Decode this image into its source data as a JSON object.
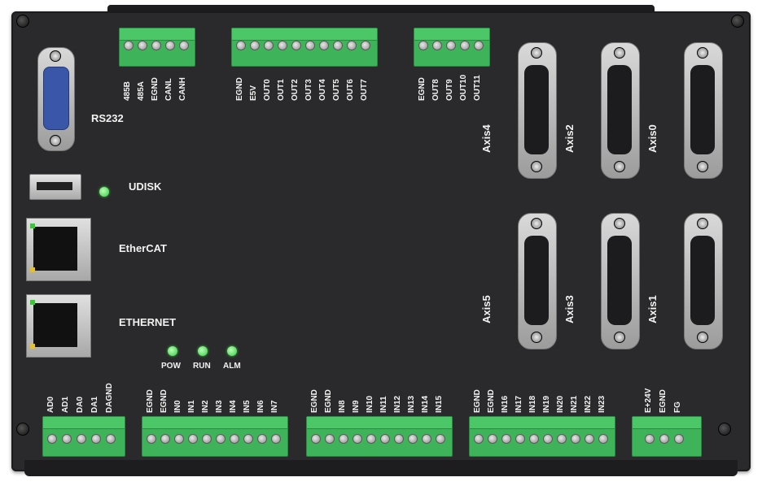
{
  "ports": {
    "rs232": "RS232",
    "udisk": "UDISK",
    "ethercat": "EtherCAT",
    "ethernet": "ETHERNET"
  },
  "leds": {
    "pow": "POW",
    "run": "RUN",
    "alm": "ALM"
  },
  "axes": [
    "Axis4",
    "Axis2",
    "Axis0",
    "Axis5",
    "Axis3",
    "Axis1"
  ],
  "terminals": {
    "can485": [
      "485B",
      "485A",
      "EGND",
      "CANL",
      "CANH"
    ],
    "out0_7": [
      "EGND",
      "E5V",
      "OUT0",
      "OUT1",
      "OUT2",
      "OUT3",
      "OUT4",
      "OUT5",
      "OUT6",
      "OUT7"
    ],
    "out8_11": [
      "EGND",
      "OUT8",
      "OUT9",
      "OUT10",
      "OUT11"
    ],
    "analog": [
      "AD0",
      "AD1",
      "DA0",
      "DA1",
      "DAGND"
    ],
    "in0_7": [
      "EGND",
      "EGND",
      "IN0",
      "IN1",
      "IN2",
      "IN3",
      "IN4",
      "IN5",
      "IN6",
      "IN7"
    ],
    "in8_15": [
      "EGND",
      "EGND",
      "IN8",
      "IN9",
      "IN10",
      "IN11",
      "IN12",
      "IN13",
      "IN14",
      "IN15"
    ],
    "in16_23": [
      "EGND",
      "EGND",
      "IN16",
      "IN17",
      "IN18",
      "IN19",
      "IN20",
      "IN21",
      "IN22",
      "IN23"
    ],
    "power": [
      "E+24V",
      "EGND",
      "FG"
    ]
  }
}
